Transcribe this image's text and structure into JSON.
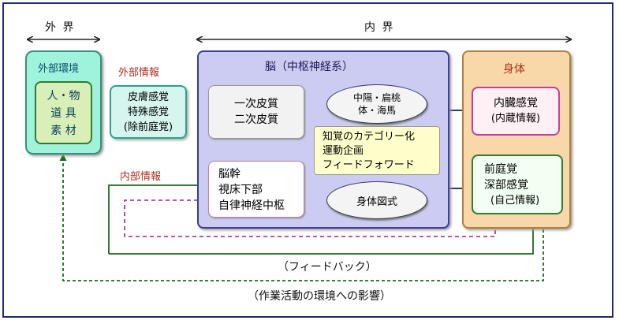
{
  "labels": {
    "outer_world": "外 界",
    "inner_world": "内 界",
    "external_env": "外部環境",
    "external_env_items": [
      "人・物",
      "道 具",
      "素 材"
    ],
    "external_info": "外部情報",
    "skin_sense": [
      "皮膚感覚",
      "特殊感覚",
      "(除前庭覚)"
    ],
    "internal_info": "内部情報",
    "brain": "脳（中枢神経系）",
    "cortex": [
      "一次皮質",
      "二次皮質"
    ],
    "brainstem": [
      "脳幹",
      "視床下部",
      "自律神経中枢"
    ],
    "limbic": [
      "中隔・扁桃",
      "体・海馬"
    ],
    "cognition": [
      "知覚のカテゴリー化",
      "運動企画",
      "フィードフォワード"
    ],
    "body_schema": "身体図式",
    "body": "身体",
    "visceral": [
      "内臓感覚",
      "(内蔵情報)"
    ],
    "vestibular": [
      "前庭覚",
      "深部感覚",
      "(自己情報)"
    ],
    "feedback": "（フィードバック）",
    "env_effect": "（作業活動の環境への影響）"
  },
  "colors": {
    "frame": "#1f2a7a",
    "ext_fill": "#9ff2dc",
    "ext_inner": "#d8f0b8",
    "brain_fill": "#ccccf2",
    "body_fill": "#f8d8a8",
    "visceral_border": "#c040a0",
    "vestibular_border": "#2e7d32",
    "arrow_dark": "#333a55",
    "feedback_green": "#1a6b1a",
    "visceral_dashed": "#a0208a",
    "label_red": "#b03020"
  }
}
